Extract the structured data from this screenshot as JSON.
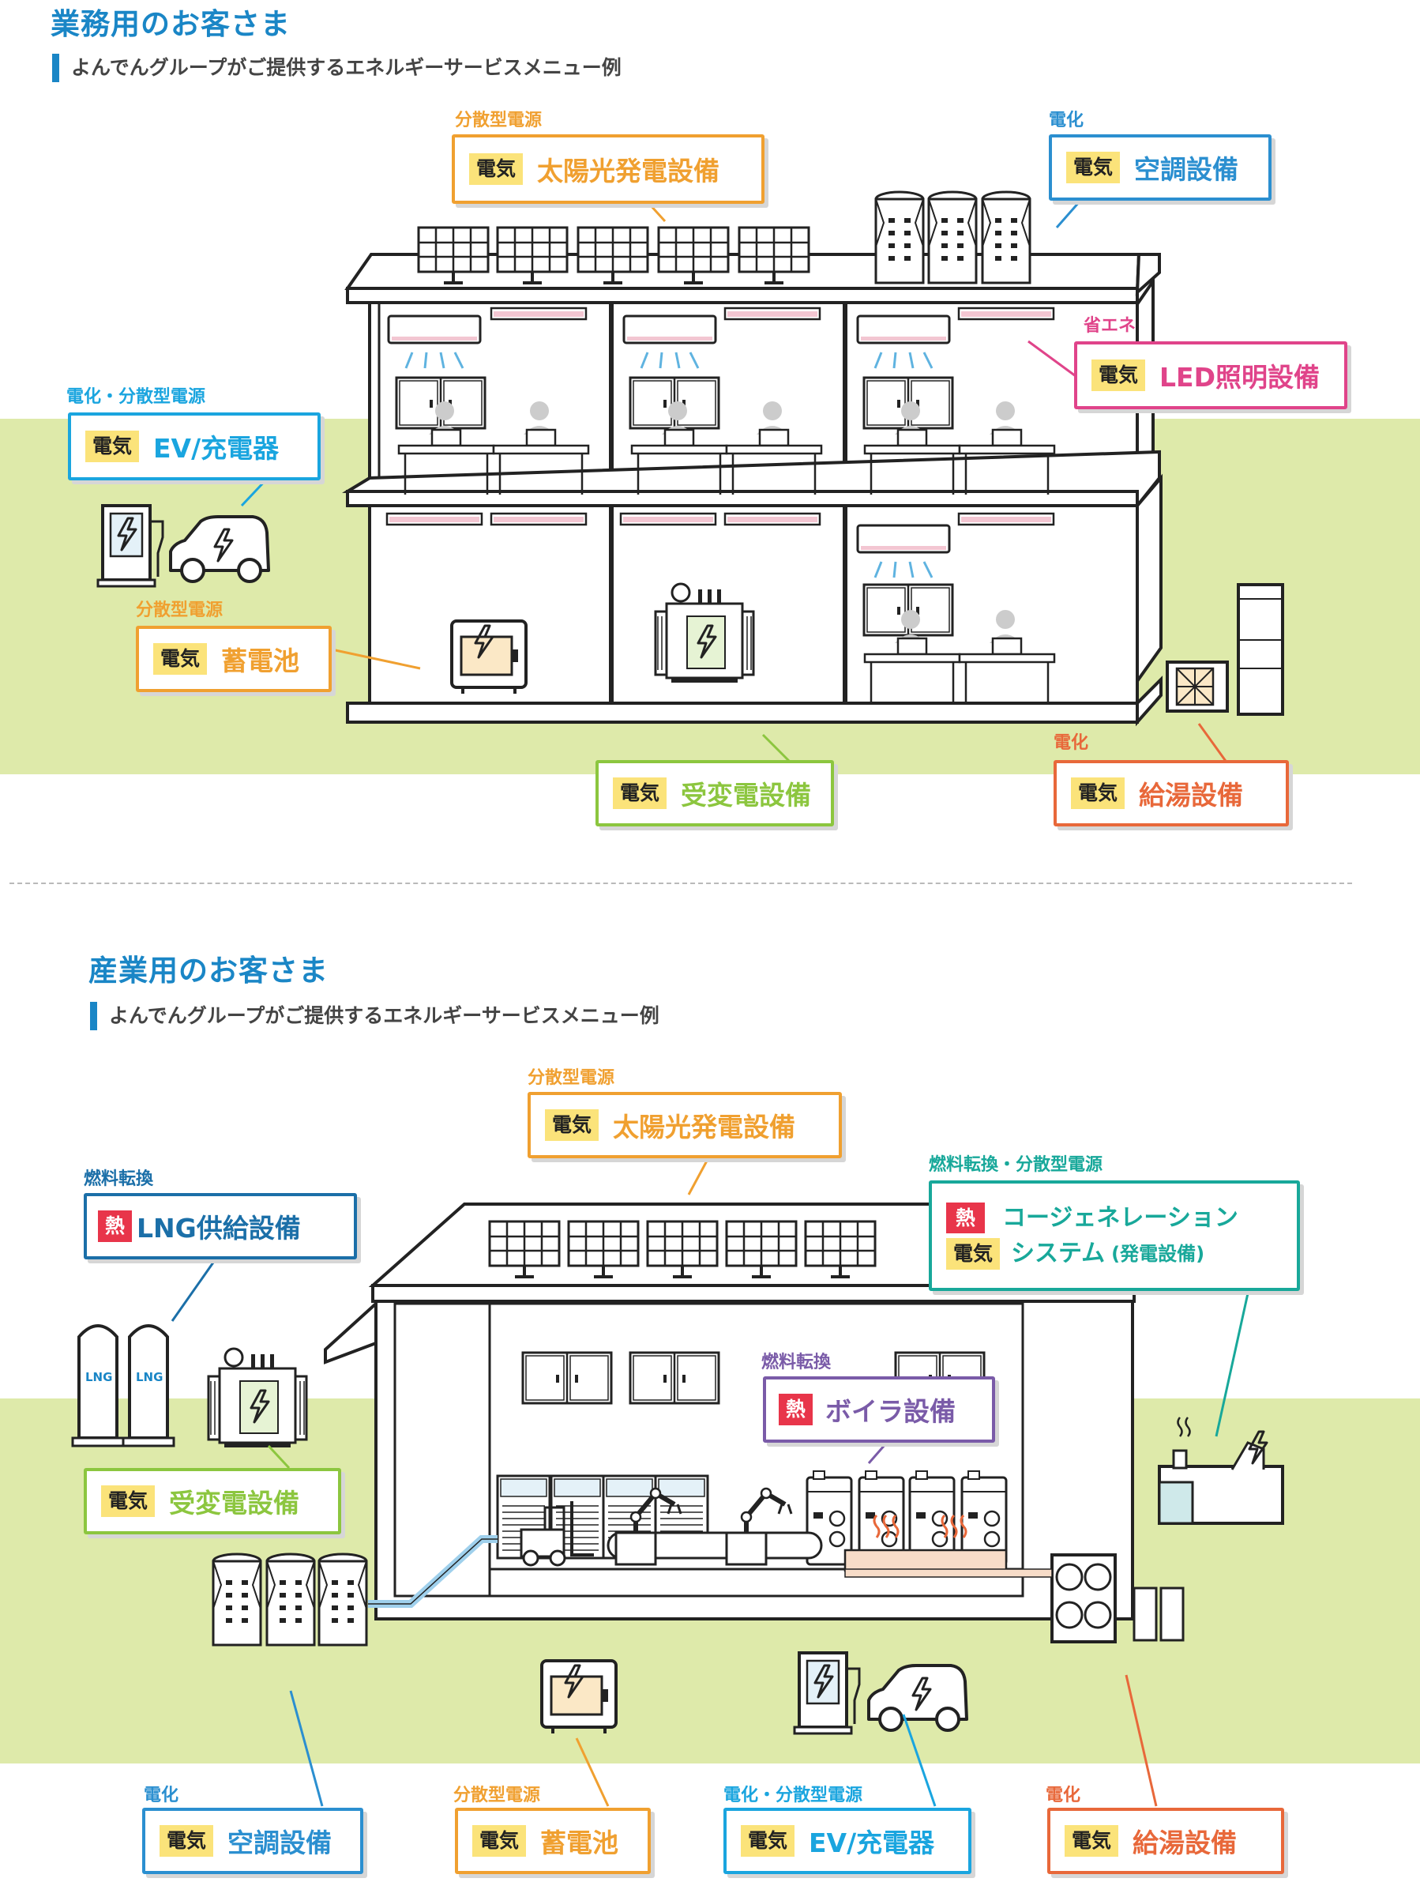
{
  "colors": {
    "title_blue": "#1a86c6",
    "ground_green": "#deeaaa",
    "solar_orange": "#f0a030",
    "hvac_blue": "#2b8fd0",
    "led_pink": "#e0448a",
    "ev_cyan": "#1aa5df",
    "battery_orange": "#f0a030",
    "substation_green": "#8cc63f",
    "hotwater_red": "#e8683a",
    "lng_blue": "#1b6fa8",
    "cogen_teal": "#18a89a",
    "boiler_purple": "#7a5ba8"
  },
  "business": {
    "title": "業務用のお客さま",
    "subtitle": "よんでんグループがご提供するエネルギーサービスメニュー例",
    "callouts": {
      "solar": {
        "category": "分散型電源",
        "tag": "電気",
        "label": "太陽光発電設備"
      },
      "hvac": {
        "category": "電化",
        "tag": "電気",
        "label": "空調設備"
      },
      "led": {
        "category": "省エネ",
        "tag": "電気",
        "label": "LED照明設備"
      },
      "ev": {
        "category": "電化・分散型電源",
        "tag": "電気",
        "label": "EV/充電器"
      },
      "battery": {
        "category": "分散型電源",
        "tag": "電気",
        "label": "蓄電池"
      },
      "substation": {
        "category": "",
        "tag": "電気",
        "label": "受変電設備"
      },
      "hotwater": {
        "category": "電化",
        "tag": "電気",
        "label": "給湯設備"
      }
    }
  },
  "industrial": {
    "title": "産業用のお客さま",
    "subtitle": "よんでんグループがご提供するエネルギーサービスメニュー例",
    "callouts": {
      "solar": {
        "category": "分散型電源",
        "tag": "電気",
        "label": "太陽光発電設備"
      },
      "lng": {
        "category": "燃料転換",
        "tag": "熱",
        "label": "LNG供給設備"
      },
      "cogen": {
        "category": "燃料転換・分散型電源",
        "tag_heat": "熱",
        "tag_elec": "電気",
        "label_line1": "コージェネレーション",
        "label_line2": "システム",
        "label_note": "(発電設備)"
      },
      "boiler": {
        "category": "燃料転換",
        "tag": "熱",
        "label": "ボイラ設備"
      },
      "substation": {
        "category": "",
        "tag": "電気",
        "label": "受変電設備"
      },
      "hvac": {
        "category": "電化",
        "tag": "電気",
        "label": "空調設備"
      },
      "battery": {
        "category": "分散型電源",
        "tag": "電気",
        "label": "蓄電池"
      },
      "ev": {
        "category": "電化・分散型電源",
        "tag": "電気",
        "label": "EV/充電器"
      },
      "hotwater": {
        "category": "電化",
        "tag": "電気",
        "label": "給湯設備"
      }
    },
    "lng_tank_label": "LNG"
  }
}
